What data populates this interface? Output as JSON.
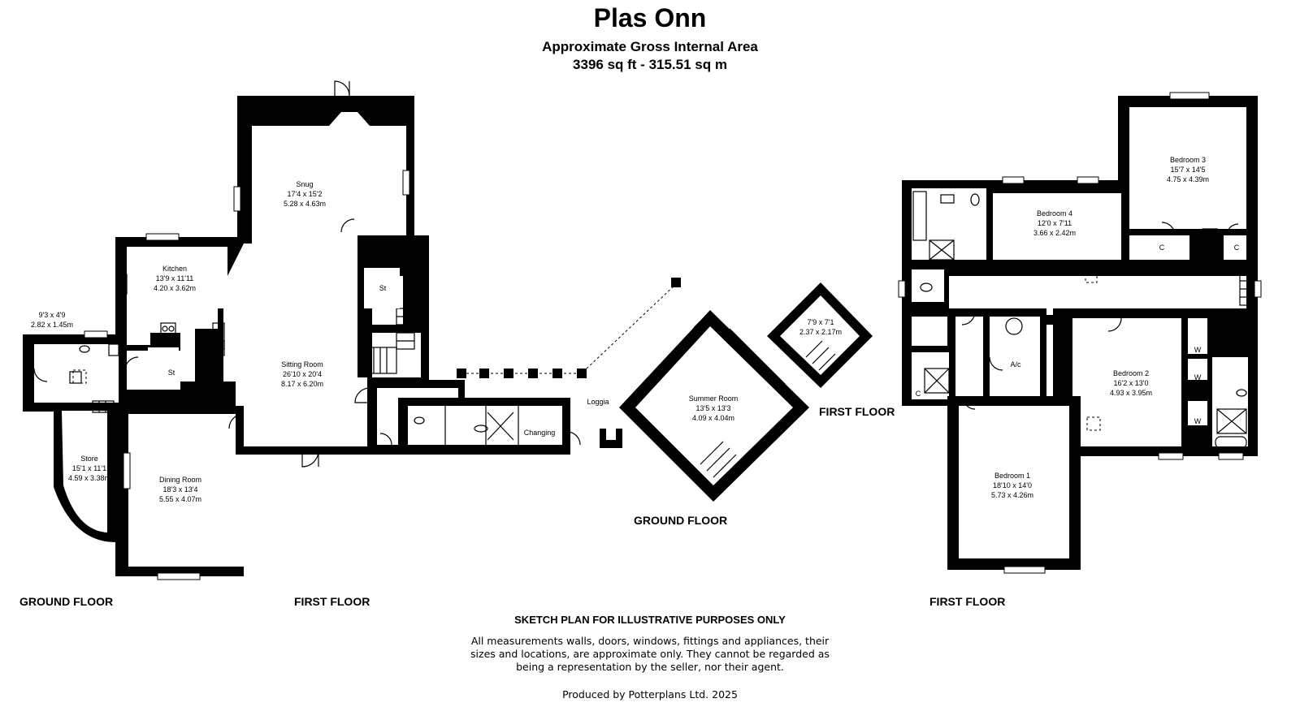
{
  "header": {
    "title": "Plas Onn",
    "subtitle": "Approximate Gross Internal Area",
    "area": "3396 sq ft - 315.51 sq m"
  },
  "rooms": {
    "snug": {
      "name": "Snug",
      "imperial": "17'4 x 15'2",
      "metric": "5.28 x 4.63m"
    },
    "kitchen": {
      "name": "Kitchen",
      "imperial": "13'9 x 11'11",
      "metric": "4.20 x 3.62m"
    },
    "porch": {
      "imperial": "9'3 x 4'9",
      "metric": "2.82 x 1.45m"
    },
    "sitting": {
      "name": "Sitting Room",
      "imperial": "26'10 x 20'4",
      "metric": "8.17 x 6.20m"
    },
    "store": {
      "name": "Store",
      "imperial": "15'1 x 11'1",
      "metric": "4.59 x 3.38m"
    },
    "dining": {
      "name": "Dining Room",
      "imperial": "18'3 x 13'4",
      "metric": "5.55 x 4.07m"
    },
    "summer": {
      "name": "Summer Room",
      "imperial": "13'5 x 13'3",
      "metric": "4.09 x 4.04m"
    },
    "upper": {
      "imperial": "7'9 x 7'1",
      "metric": "2.37 x 2.17m"
    },
    "bed1": {
      "name": "Bedroom 1",
      "imperial": "18'10 x 14'0",
      "metric": "5.73 x 4.26m"
    },
    "bed2": {
      "name": "Bedroom 2",
      "imperial": "16'2 x 13'0",
      "metric": "4.93 x 3.95m"
    },
    "bed3": {
      "name": "Bedroom 3",
      "imperial": "15'7 x 14'5",
      "metric": "4.75 x 4.39m"
    },
    "bed4": {
      "name": "Bedroom 4",
      "imperial": "12'0 x 7'11",
      "metric": "3.66 x 2.42m"
    }
  },
  "labels": {
    "st": "St",
    "loggia": "Loggia",
    "changing": "Changing",
    "ac": "A/c",
    "c": "C",
    "w": "W"
  },
  "floors": {
    "ground": "GROUND FLOOR",
    "first": "FIRST FLOOR"
  },
  "disclaimer": {
    "heading": "SKETCH PLAN FOR ILLUSTRATIVE PURPOSES ONLY",
    "text": "All measurements walls, doors, windows, fittings and appliances, their sizes and locations, are approximate only. They cannot be regarded as being a representation by the seller, nor their agent.",
    "produced": "Produced by Potterplans Ltd. 2025"
  }
}
